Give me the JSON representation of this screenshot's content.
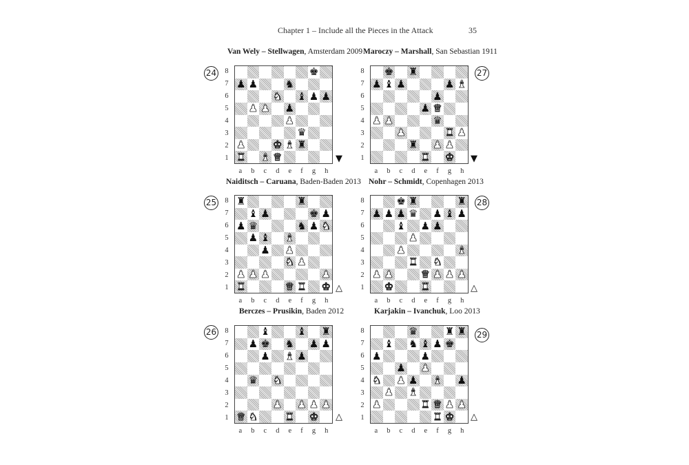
{
  "header": {
    "running_head": "Chapter 1 – Include all the Pieces in the Attack",
    "page_number": "35"
  },
  "files": [
    "a",
    "b",
    "c",
    "d",
    "e",
    "f",
    "g",
    "h"
  ],
  "ranks": [
    "8",
    "7",
    "6",
    "5",
    "4",
    "3",
    "2",
    "1"
  ],
  "turn_symbols": {
    "black": "▼",
    "white": "△"
  },
  "diagrams": [
    {
      "number": "24",
      "white_player": "Van Wely",
      "black_player": "Stellwagen",
      "event": ", Amsterdam 2009",
      "to_move": "black",
      "position": [
        [
          "",
          "",
          "",
          "",
          "",
          "",
          "bK",
          ""
        ],
        [
          "bP",
          "bP",
          "",
          "",
          "bN",
          "",
          "",
          ""
        ],
        [
          "",
          "",
          "",
          "wN",
          "",
          "bB",
          "bP",
          "bP"
        ],
        [
          "",
          "wP",
          "wP",
          "",
          "bP",
          "",
          "",
          ""
        ],
        [
          "",
          "",
          "",
          "",
          "wP",
          "",
          "",
          ""
        ],
        [
          "",
          "",
          "",
          "",
          "",
          "bQ",
          "",
          ""
        ],
        [
          "wP",
          "",
          "",
          "wK",
          "wB",
          "bR",
          "",
          ""
        ],
        [
          "wR",
          "",
          "wB",
          "wQ",
          "",
          "",
          "",
          ""
        ]
      ]
    },
    {
      "number": "27",
      "white_player": "Maroczy",
      "black_player": "Marshall",
      "event": ", San Sebastian 1911",
      "to_move": "black",
      "position": [
        [
          "",
          "bK",
          "",
          "bR",
          "",
          "",
          "",
          ""
        ],
        [
          "bP",
          "bB",
          "bP",
          "",
          "",
          "",
          "bP",
          "wB"
        ],
        [
          "",
          "",
          "",
          "",
          "",
          "bP",
          "",
          ""
        ],
        [
          "",
          "",
          "",
          "",
          "bP",
          "wQ",
          "",
          ""
        ],
        [
          "wP",
          "wP",
          "",
          "",
          "",
          "bQ",
          "",
          ""
        ],
        [
          "",
          "",
          "wP",
          "",
          "",
          "",
          "wR",
          "wP"
        ],
        [
          "",
          "",
          "",
          "bR",
          "",
          "wP",
          "wP",
          ""
        ],
        [
          "",
          "",
          "",
          "",
          "wR",
          "",
          "wK",
          ""
        ]
      ]
    },
    {
      "number": "25",
      "white_player": "Naiditsch",
      "black_player": "Caruana",
      "event": ", Baden-Baden 2013",
      "to_move": "white",
      "position": [
        [
          "bR",
          "",
          "",
          "",
          "",
          "bR",
          "",
          ""
        ],
        [
          "",
          "bB",
          "bP",
          "",
          "",
          "",
          "bK",
          "bP"
        ],
        [
          "bP",
          "bQ",
          "",
          "",
          "",
          "bN",
          "bP",
          "wN"
        ],
        [
          "",
          "bP",
          "bB",
          "",
          "wB",
          "",
          "",
          ""
        ],
        [
          "",
          "",
          "bP",
          "",
          "wP",
          "",
          "",
          ""
        ],
        [
          "",
          "",
          "",
          "",
          "wN",
          "wP",
          "",
          ""
        ],
        [
          "wP",
          "wP",
          "wP",
          "",
          "",
          "",
          "",
          "wP"
        ],
        [
          "wR",
          "",
          "",
          "",
          "wQ",
          "wR",
          "",
          "wK"
        ]
      ]
    },
    {
      "number": "28",
      "white_player": "Nohr",
      "black_player": "Schmidt",
      "event": ", Copenhagen 2013",
      "to_move": "white",
      "position": [
        [
          "",
          "",
          "bK",
          "bR",
          "",
          "",
          "",
          "bR"
        ],
        [
          "bP",
          "bP",
          "bP",
          "bQ",
          "",
          "bP",
          "bB",
          "bP"
        ],
        [
          "",
          "",
          "bB",
          "",
          "bP",
          "bP",
          "",
          ""
        ],
        [
          "",
          "",
          "",
          "wP",
          "",
          "",
          "",
          ""
        ],
        [
          "",
          "",
          "wP",
          "",
          "",
          "",
          "",
          "wB"
        ],
        [
          "",
          "",
          "",
          "wR",
          "",
          "wN",
          "",
          ""
        ],
        [
          "wP",
          "wP",
          "",
          "",
          "wQ",
          "wP",
          "wP",
          "wP"
        ],
        [
          "",
          "wK",
          "",
          "",
          "wR",
          "",
          "",
          ""
        ]
      ]
    },
    {
      "number": "26",
      "white_player": "Berczes",
      "black_player": "Prusikin",
      "event": ", Baden 2012",
      "to_move": "white",
      "position": [
        [
          "",
          "",
          "bB",
          "",
          "",
          "bB",
          "",
          "bR"
        ],
        [
          "",
          "bP",
          "bK",
          "",
          "bN",
          "",
          "bP",
          "bP"
        ],
        [
          "",
          "",
          "bP",
          "",
          "wB",
          "bP",
          "",
          ""
        ],
        [
          "",
          "",
          "",
          "",
          "",
          "",
          "",
          ""
        ],
        [
          "",
          "bQ",
          "",
          "wN",
          "",
          "",
          "",
          ""
        ],
        [
          "",
          "",
          "",
          "",
          "",
          "",
          "",
          ""
        ],
        [
          "",
          "",
          "",
          "wP",
          "",
          "wP",
          "wP",
          "wP"
        ],
        [
          "wQ",
          "wN",
          "",
          "",
          "wR",
          "",
          "wK",
          ""
        ]
      ]
    },
    {
      "number": "29",
      "white_player": "Karjakin",
      "black_player": "Ivanchuk",
      "event": ", Loo 2013",
      "to_move": "white",
      "position": [
        [
          "",
          "",
          "",
          "bQ",
          "",
          "",
          "bR",
          "bR"
        ],
        [
          "",
          "bB",
          "",
          "bN",
          "bB",
          "bP",
          "bK",
          ""
        ],
        [
          "bP",
          "",
          "",
          "",
          "bP",
          "",
          "",
          ""
        ],
        [
          "",
          "",
          "bP",
          "",
          "wP",
          "",
          "",
          ""
        ],
        [
          "wN",
          "",
          "wP",
          "bP",
          "",
          "wB",
          "",
          "bP"
        ],
        [
          "",
          "wP",
          "",
          "wB",
          "",
          "",
          "",
          ""
        ],
        [
          "wP",
          "",
          "",
          "",
          "wR",
          "wQ",
          "wP",
          "wP"
        ],
        [
          "",
          "",
          "",
          "",
          "",
          "wR",
          "wK",
          ""
        ]
      ]
    }
  ]
}
